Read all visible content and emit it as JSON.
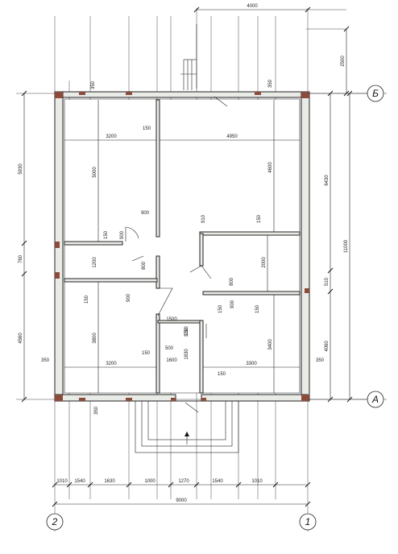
{
  "axes": {
    "left_axis": "2",
    "right_axis": "1",
    "top_axis": "Б",
    "bottom_axis": "А"
  },
  "dimensions": {
    "top_porch_width": "4000",
    "top_porch_depth": "2500",
    "overall_width": "9000",
    "overall_depth": "11000",
    "bottom_chain": [
      "1010",
      "1540",
      "1630",
      "1000",
      "1270",
      "1540",
      "1010"
    ],
    "left_chain": [
      "5930",
      "760",
      "4560"
    ],
    "right_chain": [
      "6430",
      "510",
      "4060"
    ],
    "wall_thick": [
      "350",
      "350",
      "350",
      "350",
      "350",
      "350"
    ],
    "room_tl_w": "3200",
    "room_tl_h": "5000",
    "room_tr_w": "4950",
    "room_tr_h": "4600",
    "room_bl_w": "3200",
    "room_bl_h": "3800",
    "room_br_w": "3300",
    "room_br_h": "3400",
    "room_mid_h": "2000",
    "partition": [
      "150",
      "150",
      "150",
      "150",
      "150",
      "150",
      "150",
      "150",
      "150"
    ],
    "door_sizes": [
      "900",
      "900",
      "900",
      "800",
      "800",
      "900",
      "1200",
      "1500",
      "1600",
      "1830",
      "1210"
    ],
    "small": [
      "500",
      "910"
    ]
  },
  "colors": {
    "line": "#222222",
    "column": "#8b4c3c",
    "wall_fill": "#e9ebe6"
  }
}
